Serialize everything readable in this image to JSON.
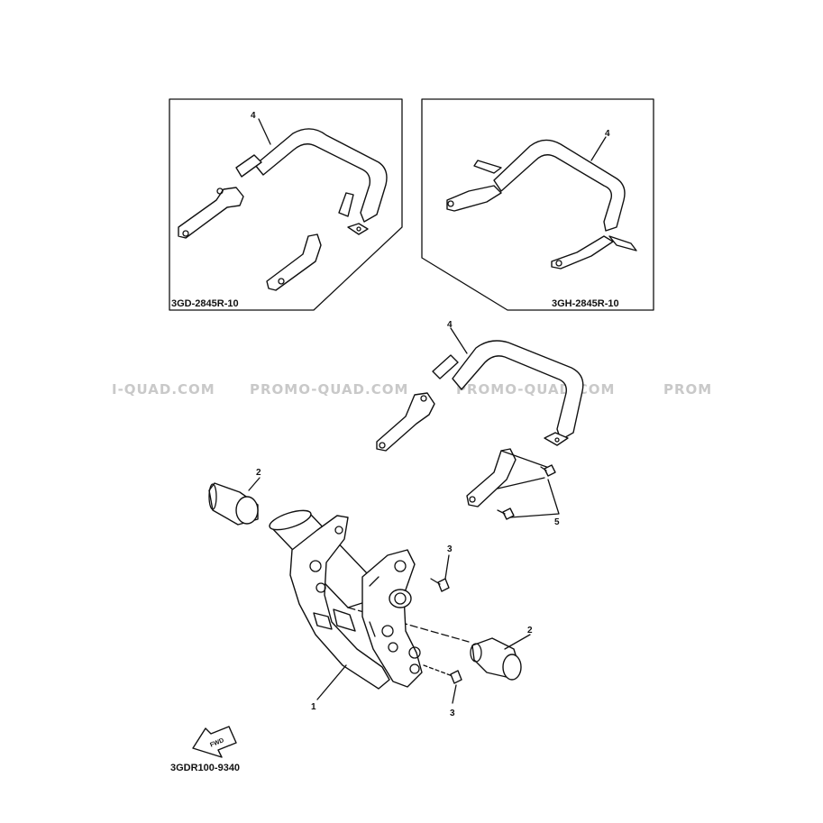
{
  "watermark": {
    "segments": [
      "I-QUAD.COM",
      "PROMO-QUAD.COM",
      "PROMO-QUAD.COM",
      "PROM"
    ]
  },
  "insets": [
    {
      "code": "3GD-2845R-10",
      "part_label": "4"
    },
    {
      "code": "3GH-2845R-10",
      "part_label": "4"
    }
  ],
  "callouts": {
    "guard": "4",
    "bolts_grab_bar": "5",
    "cap_left": "2",
    "bolt_upper": "3",
    "cap_right": "2",
    "bracket": "1",
    "bolt_lower": "3"
  },
  "fwd_text": "FWD",
  "diagram_code": "3GDR100-9340"
}
